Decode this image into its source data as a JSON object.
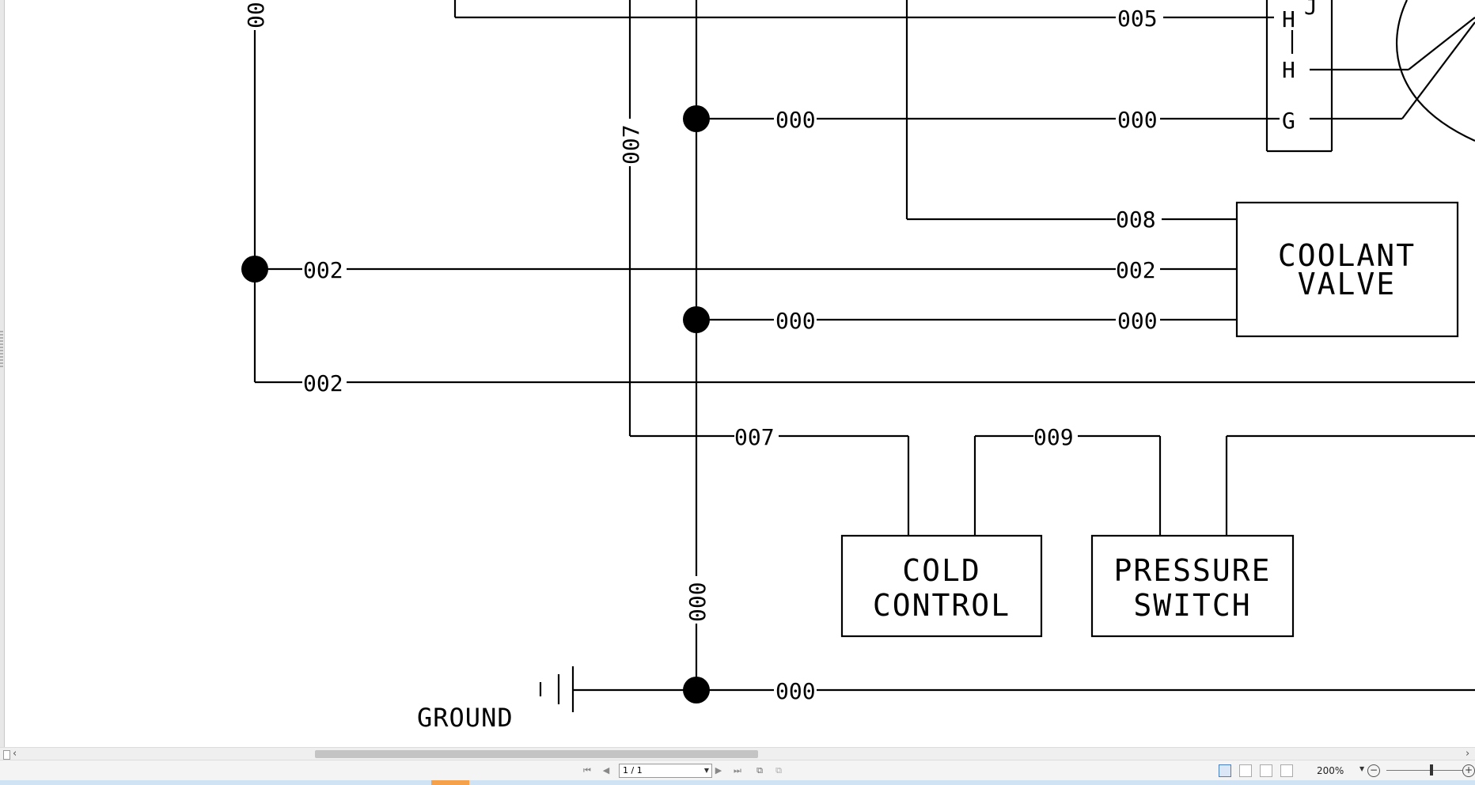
{
  "viewer": {
    "scrollbar": {
      "left_arrow": "‹",
      "right_arrow": "›"
    },
    "status": {
      "page_field": "1 / 1",
      "zoom": "200%",
      "zoom_out_glyph": "−",
      "zoom_in_glyph": "+",
      "nav_first": "⏮",
      "nav_prev": "◀",
      "nav_next": "▶",
      "nav_last": "⏭"
    }
  },
  "schematic": {
    "wire_labels": {
      "top_vertical": "00",
      "w005": "005",
      "w000_row1_left": "000",
      "w000_row1_right": "000",
      "w007_vertical": "007",
      "w008": "008",
      "w002_row3_left": "002",
      "w002_row3_right": "002",
      "w000_row4_left": "000",
      "w000_row4_right": "000",
      "w002_row5": "002",
      "w007_row6": "007",
      "w009": "009",
      "w000_vertical_low": "000",
      "w000_ground": "000"
    },
    "connector_pins": {
      "pin_top": "H",
      "pin_mid": "H",
      "pin_g": "G",
      "pin_top_right": "J"
    },
    "components": {
      "coolant_valve": {
        "line1": "COOLANT",
        "line2": "VALVE"
      },
      "cold_control": {
        "line1": "COLD",
        "line2": "CONTROL"
      },
      "pressure_switch": {
        "line1": "PRESSURE",
        "line2": "SWITCH"
      },
      "ground": "GROUND"
    }
  }
}
